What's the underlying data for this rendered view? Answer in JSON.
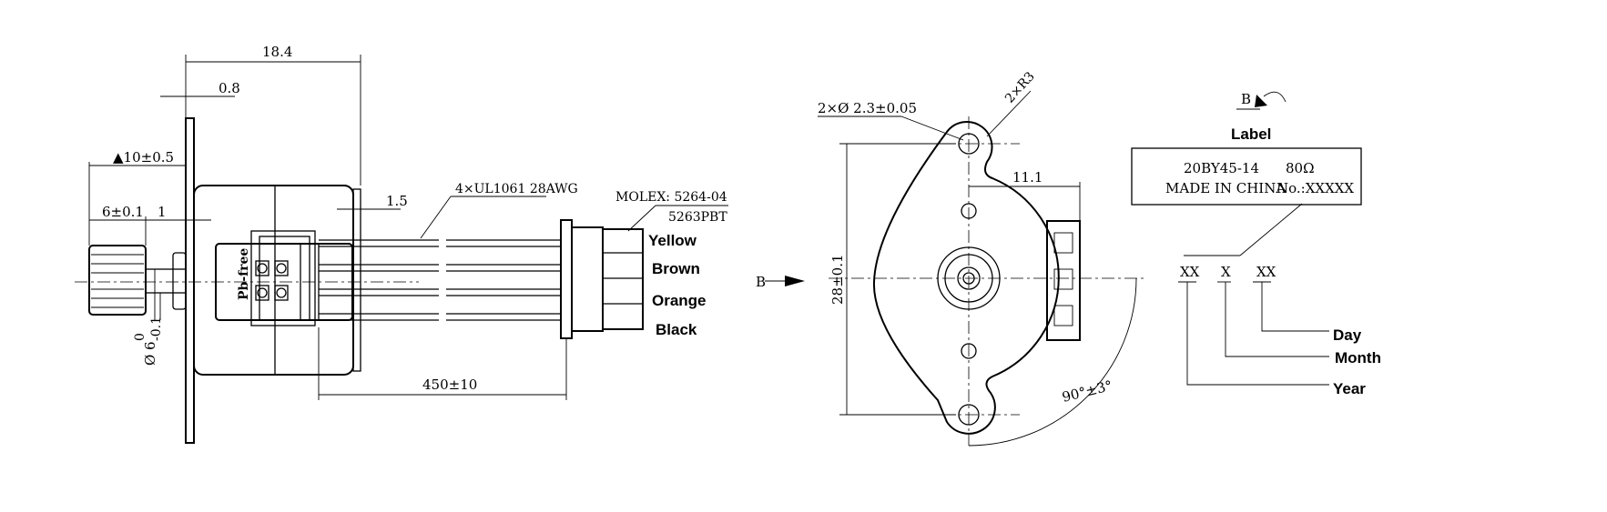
{
  "side_view": {
    "dim_length": "18.4",
    "dim_flange": "0.8",
    "dim_shaft_ext": "▲10±0.5",
    "dim_gear": "6±0.1",
    "dim_gap": "1",
    "dim_wire_offset": "1.5",
    "dim_shaft_dia_main": "6",
    "dim_shaft_dia_tol_upper": "0",
    "dim_shaft_dia_tol_lower": "-0.1",
    "dim_lead_length": "450±10",
    "cable_spec": "4×UL1061 28AWG",
    "connector_spec": "MOLEX: 5264-04",
    "connector_spec_2": "5263PBT",
    "pb_free": "Pb-free",
    "wires": [
      "Yellow",
      "Brown",
      "Orange",
      "Black"
    ]
  },
  "front_view": {
    "view_arrow_label": "B",
    "dim_holes": "2×Ø 2.3±0.05",
    "dim_radius": "2×R3",
    "dim_offset": "11.1",
    "dim_height": "28±0.1",
    "dim_angle": "90°±3°"
  },
  "label_block": {
    "view_label": "B",
    "title": "Label",
    "model": "20BY45-14",
    "resistance": "80Ω",
    "origin": "MADE IN CHINA",
    "number": "No.:XXXXX",
    "code_year": "XX",
    "code_month": "X",
    "code_day": "XX",
    "legend": [
      "Day",
      "Month",
      "Year"
    ]
  }
}
